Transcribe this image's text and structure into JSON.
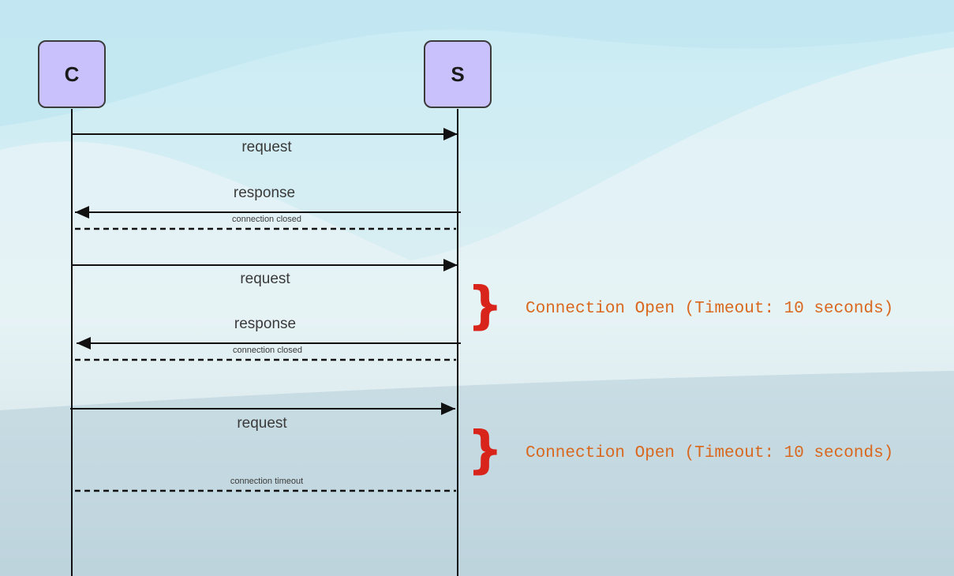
{
  "participants": {
    "client": "C",
    "server": "S"
  },
  "messages": [
    {
      "label": "request",
      "direction": "client-to-server"
    },
    {
      "label": "response",
      "direction": "server-to-client"
    },
    {
      "label": "connection closed",
      "style": "dashed"
    },
    {
      "label": "request",
      "direction": "client-to-server"
    },
    {
      "label": "response",
      "direction": "server-to-client"
    },
    {
      "label": "connection closed",
      "style": "dashed"
    },
    {
      "label": "request",
      "direction": "client-to-server"
    },
    {
      "label": "connection timeout",
      "style": "dashed"
    }
  ],
  "annotations": [
    {
      "text": "Connection Open (Timeout: 10 seconds)"
    },
    {
      "text": "Connection Open (Timeout: 10 seconds)"
    }
  ],
  "colors": {
    "node_fill": "#c8c1fb",
    "annotation_text": "#d9681e",
    "brace": "#d8241b"
  }
}
